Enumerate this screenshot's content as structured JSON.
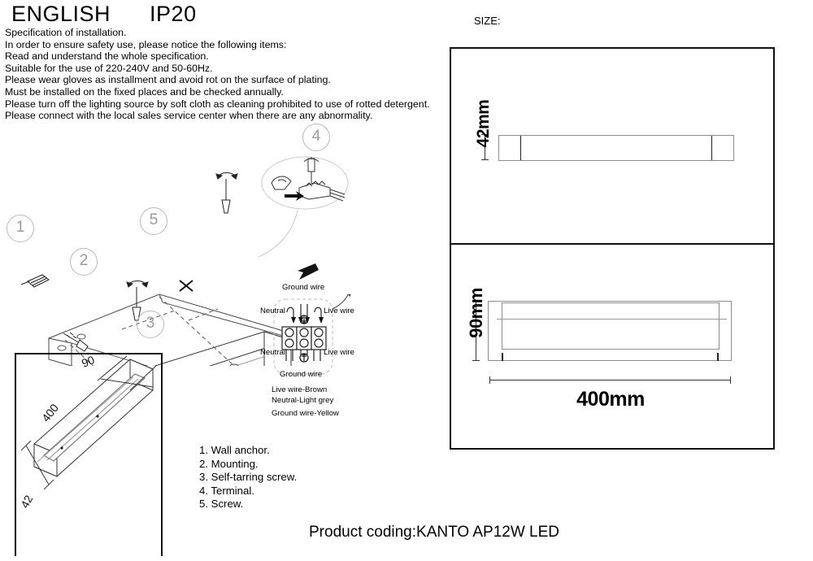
{
  "header": {
    "language": "ENGLISH",
    "ip_rating": "IP20",
    "title_line": "ENGLISH      IP20",
    "spec_lines": [
      "Specification of installation.",
      "In order to ensure safety use, please notice the following items:",
      "Read and understand the whole specification.",
      "Suitable for the use of 220-240V and 50-60Hz.",
      "Please wear gloves as installment and avoid rot on the surface of plating.",
      "Must be installed on the fixed places and be checked annually.",
      "Please turn off the lighting source by soft cloth as cleaning prohibited to use of rotted detergent.",
      "Please connect with the local sales service center when there are any abnormality."
    ]
  },
  "size_section": {
    "label": "SIZE:",
    "front_view": {
      "height_dim": "42mm"
    },
    "side_view": {
      "height_dim": "90mm",
      "width_dim": "400mm"
    }
  },
  "iso_view": {
    "dim_depth": "90",
    "dim_length": "400",
    "dim_height": "42"
  },
  "assembly": {
    "callouts": [
      "1",
      "2",
      "3",
      "4",
      "5"
    ]
  },
  "wiring": {
    "ground_top": "Ground wire",
    "ground_bottom": "Ground wire",
    "neutral_top": "Neutral",
    "neutral_bottom": "Neutral",
    "live_top": "Live wire",
    "live_bottom": "Live wire",
    "legend": [
      "Live wire-Brown",
      "Neutral-Light grey",
      "Ground wire-Yellow"
    ]
  },
  "steps": [
    "1. Wall anchor.",
    "2. Mounting.",
    "3. Self-tarring screw.",
    "4. Terminal.",
    "5. Screw."
  ],
  "footer": {
    "coding_label": "Product coding:",
    "coding_value": "KANTO AP12W LED",
    "coding_full": "Product coding:KANTO AP12W LED"
  },
  "colors": {
    "ink": "#000000",
    "line_gray": "#8d8d8d",
    "callout_gray": "#b9b9b9",
    "background": "#ffffff"
  }
}
